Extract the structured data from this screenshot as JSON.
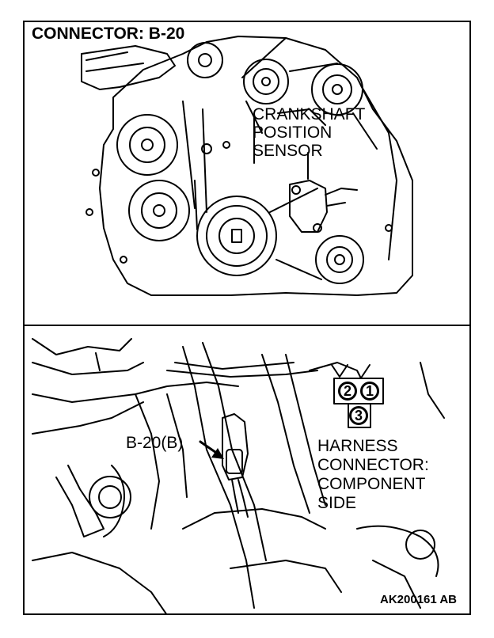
{
  "title": "CONNECTOR: B-20",
  "labels": {
    "sensor_line1": "CRANKSHAFT",
    "sensor_line2": "POSITION",
    "sensor_line3": "SENSOR",
    "connector_callout": "B-20(B)",
    "harness_line1": "HARNESS",
    "harness_line2": "CONNECTOR:",
    "harness_line3": "COMPONENT",
    "harness_line4": "SIDE"
  },
  "pins": [
    "2",
    "1",
    "3"
  ],
  "figure_code": "AK200161 AB"
}
